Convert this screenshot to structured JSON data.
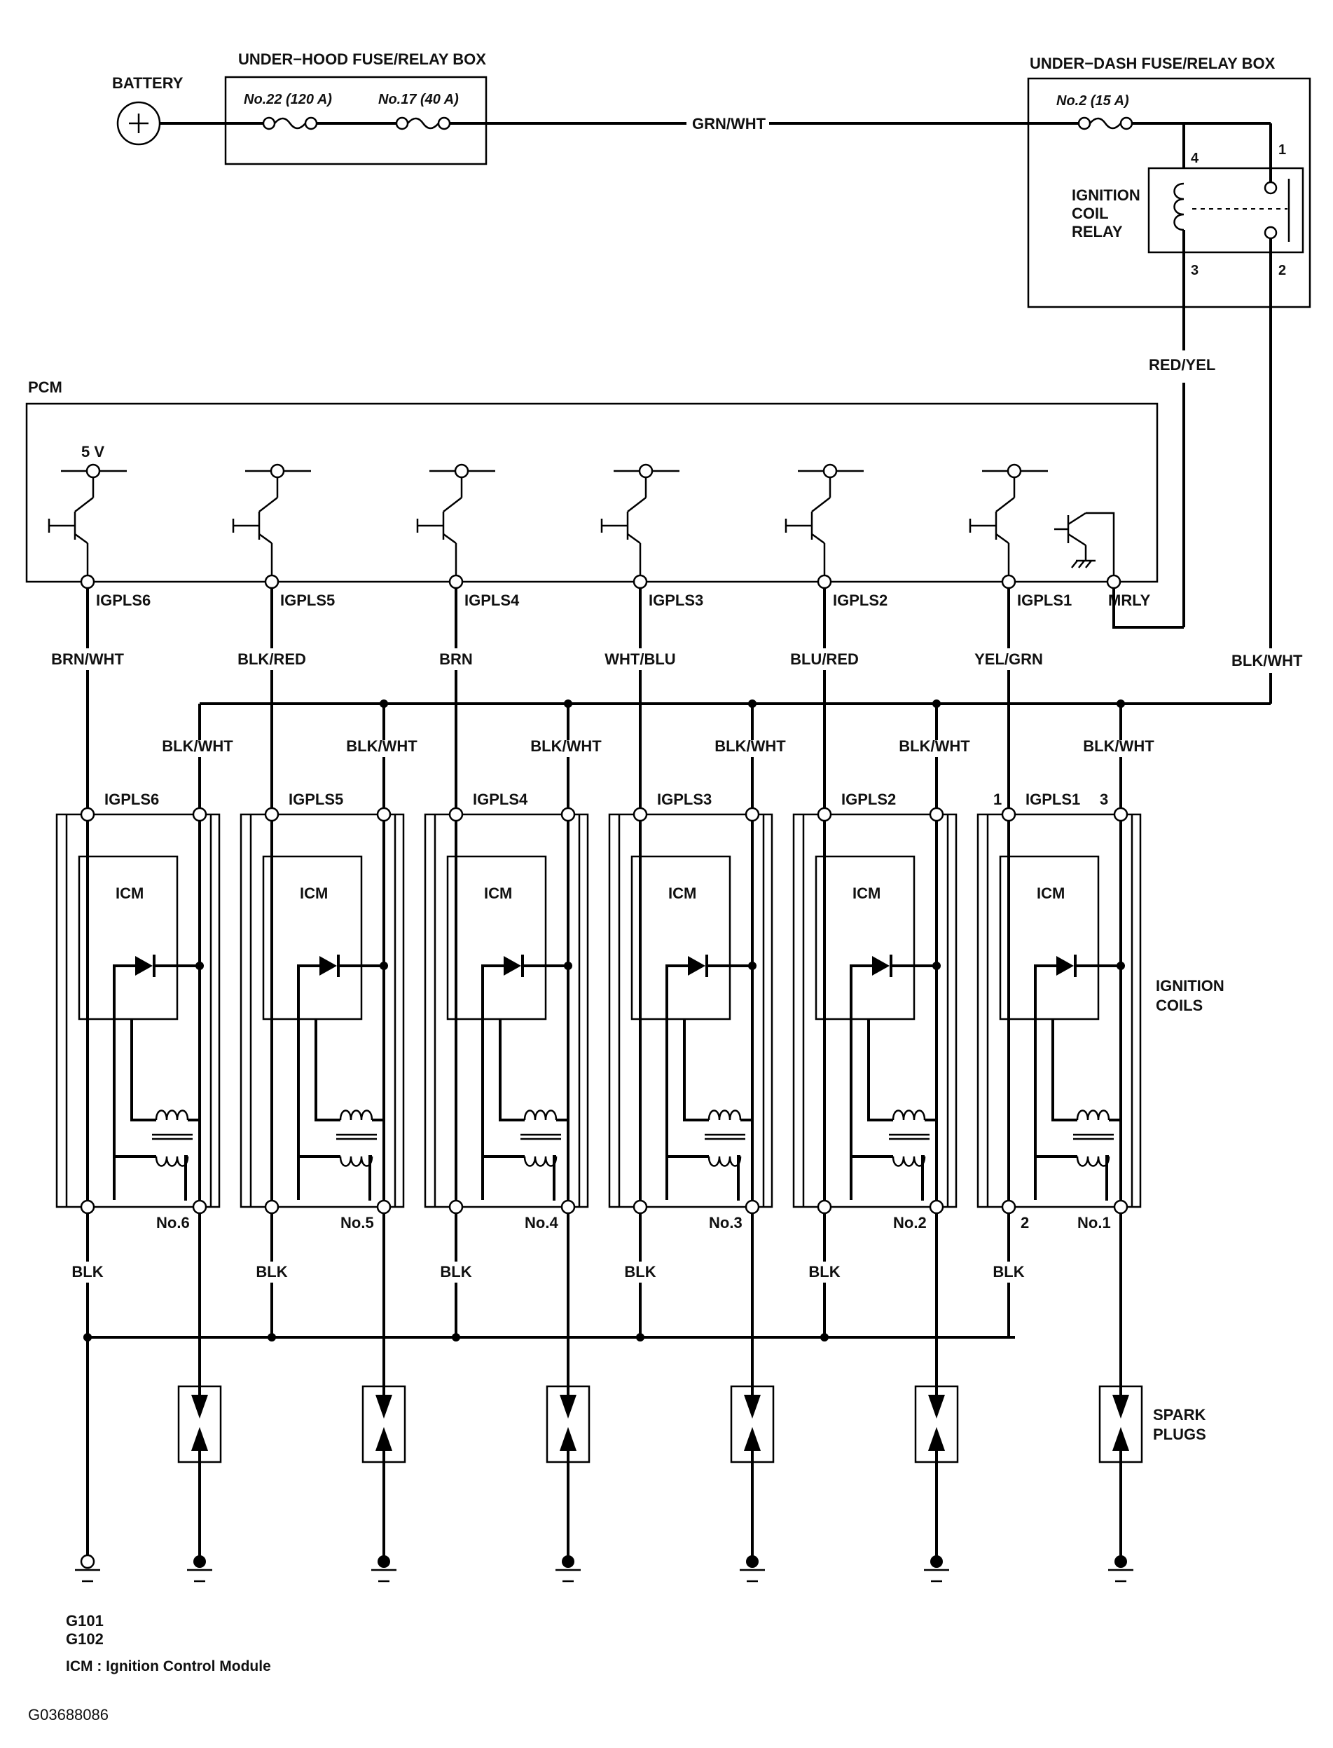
{
  "texts": {
    "battery": "BATTERY",
    "under_hood": "UNDER−HOOD FUSE/RELAY BOX",
    "fuse22": "No.22 (120 A)",
    "fuse17": "No.17 (40 A)",
    "grn_wht": "GRN/WHT",
    "under_dash": "UNDER−DASH FUSE/RELAY BOX",
    "fuse2": "No.2 (15 A)",
    "relay_l1": "IGNITION",
    "relay_l2": "COIL",
    "relay_l3": "RELAY",
    "relay_p4": "4",
    "relay_p1": "1",
    "relay_p3": "3",
    "relay_p2": "2",
    "red_yel": "RED/YEL",
    "pcm": "PCM",
    "five_v": "5 V",
    "mrly": "MRLY",
    "blk_wht_main": "BLK/WHT",
    "coils_l1": "IGNITION",
    "coils_l2": "COILS",
    "spark_l1": "SPARK",
    "spark_l2": "PLUGS",
    "pin1": "1",
    "pin3": "3",
    "pin2": "2",
    "g101": "G101",
    "g102": "G102",
    "icm_note": "ICM : Ignition Control Module",
    "figure_id": "G03688086"
  },
  "channels": [
    {
      "pcm_terminal": "IGPLS6",
      "wire": "BRN/WHT",
      "coil_feed": "BLK/WHT",
      "coil_pin": "IGPLS6",
      "icm": "ICM",
      "coil_no": "No.6",
      "ground_wire": "BLK"
    },
    {
      "pcm_terminal": "IGPLS5",
      "wire": "BLK/RED",
      "coil_feed": "BLK/WHT",
      "coil_pin": "IGPLS5",
      "icm": "ICM",
      "coil_no": "No.5",
      "ground_wire": "BLK"
    },
    {
      "pcm_terminal": "IGPLS4",
      "wire": "BRN",
      "coil_feed": "BLK/WHT",
      "coil_pin": "IGPLS4",
      "icm": "ICM",
      "coil_no": "No.4",
      "ground_wire": "BLK"
    },
    {
      "pcm_terminal": "IGPLS3",
      "wire": "WHT/BLU",
      "coil_feed": "BLK/WHT",
      "coil_pin": "IGPLS3",
      "icm": "ICM",
      "coil_no": "No.3",
      "ground_wire": "BLK"
    },
    {
      "pcm_terminal": "IGPLS2",
      "wire": "BLU/RED",
      "coil_feed": "BLK/WHT",
      "coil_pin": "IGPLS2",
      "icm": "ICM",
      "coil_no": "No.2",
      "ground_wire": "BLK"
    },
    {
      "pcm_terminal": "IGPLS1",
      "wire": "YEL/GRN",
      "coil_feed": "BLK/WHT",
      "coil_pin": "IGPLS1",
      "icm": "ICM",
      "coil_no": "No.1",
      "ground_wire": "BLK"
    }
  ]
}
